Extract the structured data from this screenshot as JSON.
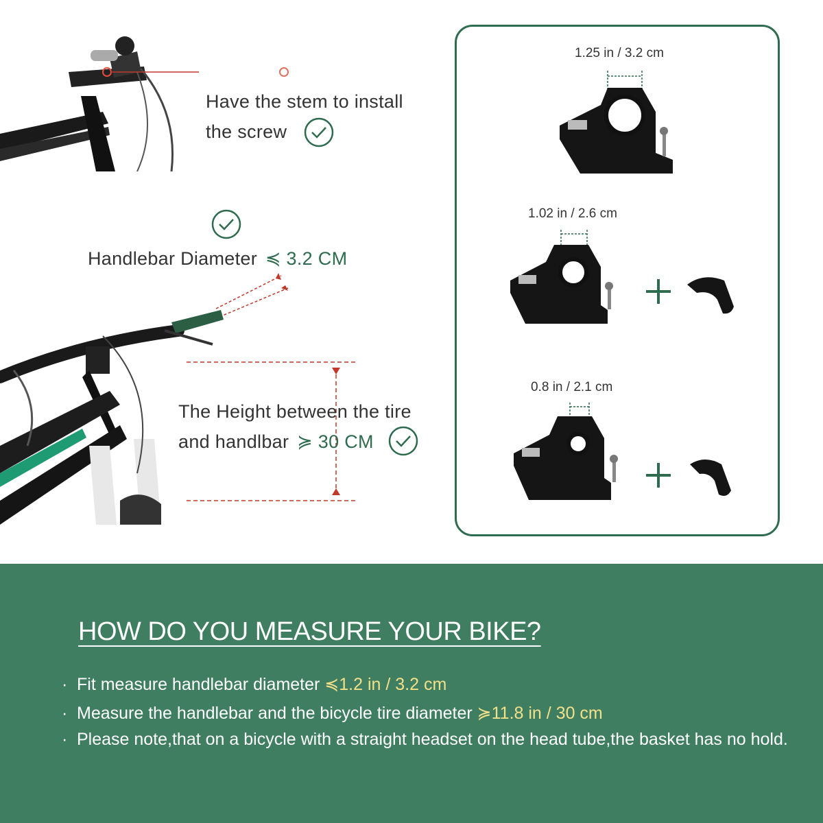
{
  "callouts": {
    "stem_line1": "Have the stem to install",
    "stem_line2": "the screw",
    "handlebar_label": "Handlebar Diameter",
    "handlebar_value": "≼ 3.2 CM",
    "height_line1": "The Height between the tire",
    "height_line2": "and handlbar",
    "height_value": "≽ 30 CM"
  },
  "panel": {
    "items": [
      {
        "dimension": "1.25 in / 3.2 cm",
        "has_shim": false
      },
      {
        "dimension": "1.02 in / 2.6 cm",
        "has_shim": true
      },
      {
        "dimension": "0.8 in / 2.1 cm",
        "has_shim": true
      }
    ]
  },
  "guide": {
    "heading": "HOW DO YOU MEASURE YOUR BIKE?",
    "bullets": [
      {
        "text": "Fit measure handlebar diameter ",
        "highlight": "≼1.2 in / 3.2 cm"
      },
      {
        "text": "Measure the handlebar and the bicycle tire diameter ",
        "highlight": "≽11.8 in / 30 cm"
      },
      {
        "text": "Please note,that on a bicycle with a straight headset on the head tube,the basket has no hold.",
        "highlight": ""
      }
    ]
  },
  "colors": {
    "brand_green": "#3f7e60",
    "accent_dark_green": "#2f6b4e",
    "highlight_yellow": "#f2e08a",
    "measure_red": "#c0392b"
  },
  "icons": [
    "check-circle-icon",
    "plus-icon",
    "bracket-clamp-image",
    "bike-photo"
  ]
}
